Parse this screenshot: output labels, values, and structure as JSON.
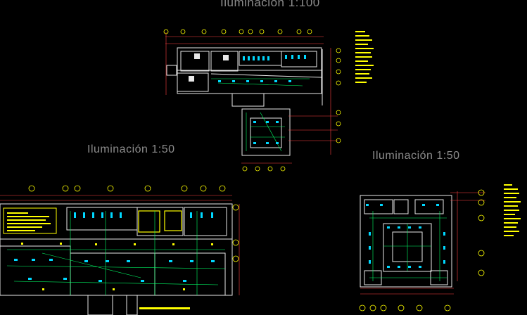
{
  "titles": {
    "plan_1_100": "Iluminación 1:100",
    "plan_1_50_left": "Iluminación 1:50",
    "plan_1_50_right": "Iluminación 1:50"
  },
  "colors": {
    "background": "#000000",
    "walls": "#e8e8e8",
    "dimension_lines": "#ff4040",
    "fixtures": "#00d8ff",
    "wiring": "#00ff66",
    "symbols": "#ffff00",
    "labels": "#ffff00",
    "title_text": "#8c8c8c"
  }
}
